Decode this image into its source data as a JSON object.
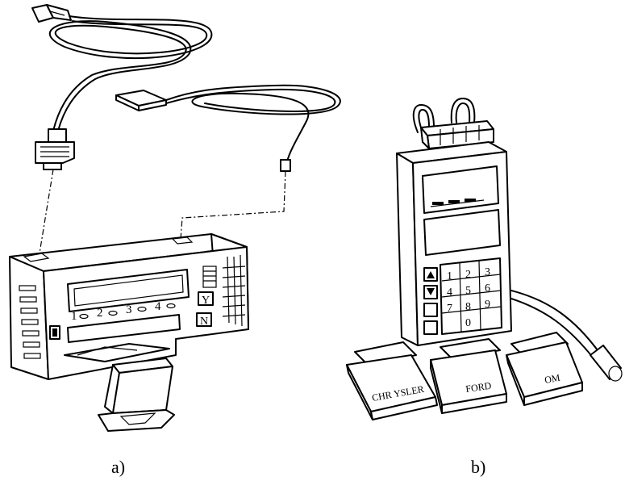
{
  "captions": {
    "a": "a)",
    "b": "b)"
  },
  "tester_a": {
    "display_numbers": [
      "1",
      "2",
      "3",
      "4"
    ],
    "side_keys": [
      "Y",
      "N"
    ]
  },
  "tester_b": {
    "keypad_keys": [
      "1",
      "2",
      "3",
      "4",
      "5",
      "6",
      "7",
      "8",
      "9",
      "0"
    ],
    "cartridges": [
      "CHR YSLER",
      "FORD",
      "OM"
    ]
  }
}
